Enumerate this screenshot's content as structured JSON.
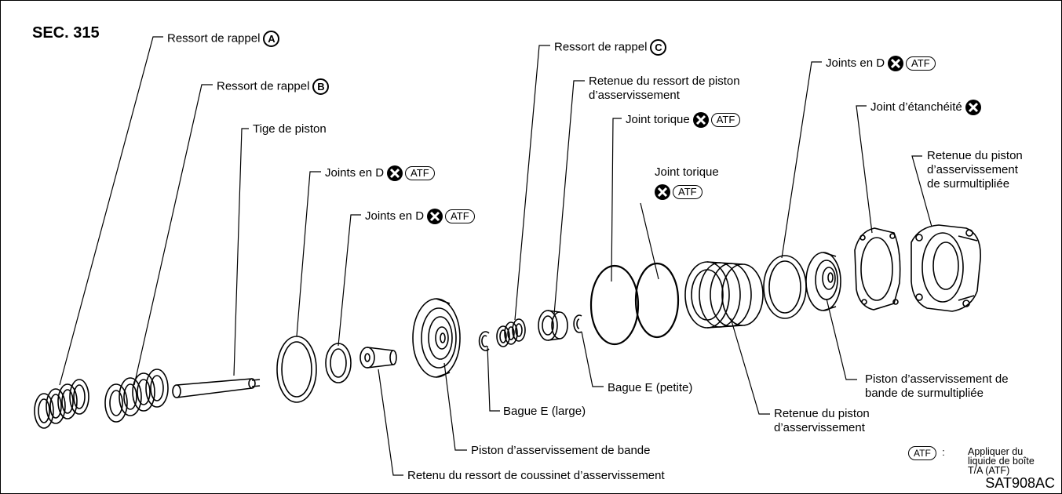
{
  "section": "SEC. 315",
  "figure_code": "SAT908AC",
  "symbols": {
    "atf": "ATF",
    "circle_a": "A",
    "circle_b": "B",
    "circle_c": "C"
  },
  "labels": {
    "ressort_a": "Ressort de rappel",
    "ressort_b": "Ressort de rappel",
    "tige": "Tige de piston",
    "joints_d_1": "Joints en D",
    "joints_d_2": "Joints en D",
    "ressort_c": "Ressort de rappel",
    "retenue_ressort_l1": "Retenue du ressort de piston",
    "retenue_ressort_l2": "d’asservissement",
    "joint_torique_1": "Joint torique",
    "joint_torique_2": "Joint torique",
    "joints_d_3": "Joints en D",
    "joint_etancheite": "Joint d’étanchéité",
    "retenue_surmult_l1": "Retenue du piston",
    "retenue_surmult_l2": "d’asservissement",
    "retenue_surmult_l3": "de surmultipliée",
    "piston_surmult_l1": "Piston d’asservissement de",
    "piston_surmult_l2": "bande de surmultipliée",
    "bague_petite": "Bague E (petite)",
    "bague_large": "Bague E (large)",
    "retenue_piston_l1": "Retenue du piston",
    "retenue_piston_l2": "d’asservissement",
    "piston_bande": "Piston d’asservissement de bande",
    "retenu_coussinet": "Retenu du ressort de coussinet d’asservissement"
  },
  "legend": {
    "colon": ":",
    "line1": "Appliquer du",
    "line2": "liquide de boîte",
    "line3": "T/A (ATF)"
  }
}
